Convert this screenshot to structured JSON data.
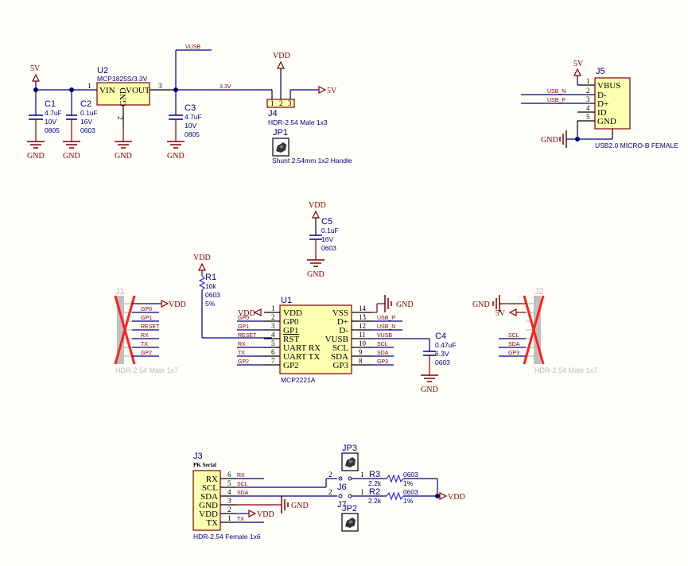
{
  "schematic": {
    "nets": {
      "vusb": "VUSB",
      "v33": "3.3V",
      "usb_n": "USB_N",
      "usb_p": "USB_P",
      "gp0": "GP0",
      "gp1": "GP1",
      "reset": "RESET",
      "rx": "RX",
      "tx": "TX",
      "gp2": "GP2",
      "scl": "SCL",
      "sda": "SDA",
      "gp3": "GP3"
    },
    "power": {
      "v5": "5V",
      "vdd": "VDD",
      "gnd": "GND"
    },
    "u2": {
      "designator": "U2",
      "part": "MCP1825S/3.3V",
      "pins": {
        "vin": "VIN",
        "vout": "VOUT",
        "gnd": "GND"
      },
      "pin_numbers": [
        "1",
        "2",
        "3"
      ]
    },
    "c1": {
      "designator": "C1",
      "value": "4.7uF",
      "voltage": "10V",
      "package": "0805"
    },
    "c2": {
      "designator": "C2",
      "value": "0.1uF",
      "voltage": "16V",
      "package": "0603"
    },
    "c3": {
      "designator": "C3",
      "value": "4.7uF",
      "voltage": "10V",
      "package": "0805"
    },
    "c4": {
      "designator": "C4",
      "value": "0.47uF",
      "voltage": "6.3V",
      "package": "0603"
    },
    "c5": {
      "designator": "C5",
      "value": "0.1uF",
      "voltage": "16V",
      "package": "0603"
    },
    "j4": {
      "designator": "J4",
      "part": "HDR-2.54 Male 1x3",
      "pins": [
        "1",
        "2",
        "3"
      ]
    },
    "jp1": {
      "designator": "JP1",
      "part": "Shunt 2.54mm 1x2 Handle"
    },
    "jp2": {
      "designator": "JP2"
    },
    "jp3": {
      "designator": "JP3"
    },
    "j5": {
      "designator": "J5",
      "part": "USB2.0 MICRO-B FEMALE",
      "pins": [
        {
          "num": "1",
          "name": "VBUS"
        },
        {
          "num": "2",
          "name": "D-"
        },
        {
          "num": "3",
          "name": "D+"
        },
        {
          "num": "4",
          "name": "ID"
        },
        {
          "num": "5",
          "name": "GND"
        }
      ]
    },
    "r1": {
      "designator": "R1",
      "value": "10k",
      "package": "0603",
      "tolerance": "5%"
    },
    "r2": {
      "designator": "R2",
      "value": "2.2k",
      "package": "0603",
      "tolerance": "1%",
      "pin1": "1"
    },
    "r3": {
      "designator": "R3",
      "value": "2.2k",
      "package": "0603",
      "tolerance": "1%",
      "pin1": "1"
    },
    "j6": {
      "designator": "J6",
      "pin2": "2",
      "pin1": "1"
    },
    "j7": {
      "designator": "J7",
      "pin2": "2",
      "pin1": "1"
    },
    "u1": {
      "designator": "U1",
      "part": "MCP2221A",
      "left_pins": [
        {
          "num": "1",
          "name": "VDD"
        },
        {
          "num": "2",
          "name": "GP0"
        },
        {
          "num": "3",
          "name": "GP1"
        },
        {
          "num": "4",
          "name": "RST"
        },
        {
          "num": "5",
          "name": "UART RX"
        },
        {
          "num": "6",
          "name": "UART TX"
        },
        {
          "num": "7",
          "name": "GP2"
        }
      ],
      "right_pins": [
        {
          "num": "14",
          "name": "VSS"
        },
        {
          "num": "13",
          "name": "D+"
        },
        {
          "num": "12",
          "name": "D-"
        },
        {
          "num": "11",
          "name": "VUSB"
        },
        {
          "num": "10",
          "name": "SCL"
        },
        {
          "num": "9",
          "name": "SDA"
        },
        {
          "num": "8",
          "name": "GP3"
        }
      ]
    },
    "j1": {
      "designator": "J1",
      "part": "HDR-2.54 Male 1x7"
    },
    "j2": {
      "designator": "J2",
      "part": "HDR-2.54 Male 1x7"
    },
    "j3": {
      "designator": "J3",
      "label": "PK Serial",
      "part": "HDR-2.54 Female 1x6",
      "pins": [
        {
          "num": "6",
          "name": "RX"
        },
        {
          "num": "5",
          "name": "SCL"
        },
        {
          "num": "4",
          "name": "SDA"
        },
        {
          "num": "3",
          "name": "GND"
        },
        {
          "num": "2",
          "name": "VDD"
        },
        {
          "num": "1",
          "name": "TX"
        }
      ]
    }
  }
}
